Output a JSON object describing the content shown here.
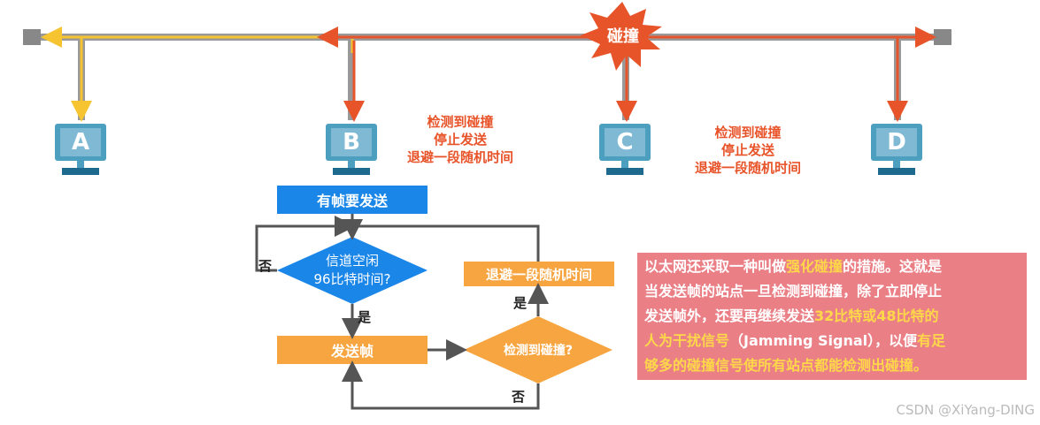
{
  "bus": {
    "collision_label": "碰撞"
  },
  "stations": [
    {
      "letter": "A"
    },
    {
      "letter": "B"
    },
    {
      "letter": "C"
    },
    {
      "letter": "D"
    }
  ],
  "station_notes": {
    "b": [
      "检测到碰撞",
      "停止发送",
      "退避一段随机时间"
    ],
    "c": [
      "检测到碰撞",
      "停止发送",
      "退避一段随机时间"
    ]
  },
  "flowchart": {
    "start": "有帧要发送",
    "channel_idle": "信道空闲\n96比特时间?",
    "send_frame": "发送帧",
    "detect_collision": "检测到碰撞?",
    "backoff": "退避一段随机时间",
    "yes1": "是",
    "no1": "否",
    "yes2": "是",
    "no2": "否"
  },
  "note": {
    "l1a": "以太网还采取一种叫做",
    "l1b": "强化碰撞",
    "l1c": "的措施。这就是",
    "l2": "当发送帧的站点一旦检测到碰撞，除了立即停止",
    "l3a": "发送帧外，还要再继续发送",
    "l3b": "32比特或48比特的",
    "l4a": "人为干扰信号",
    "l4b": "（Jamming Signal），以便",
    "l4c": "有足",
    "l5": "够多的碰撞信号使所有站点都能检测出碰撞。"
  },
  "watermark": "CSDN @XiYang-DING",
  "colors": {
    "bus": "#999999",
    "signal_yellow": "#f6c431",
    "signal_red": "#e8542a",
    "pc": "#4d9fc0",
    "blue_box": "#1a86e8",
    "orange_box": "#f7a540",
    "note_bg": "#ea7f86",
    "highlight": "#ffd84a"
  }
}
